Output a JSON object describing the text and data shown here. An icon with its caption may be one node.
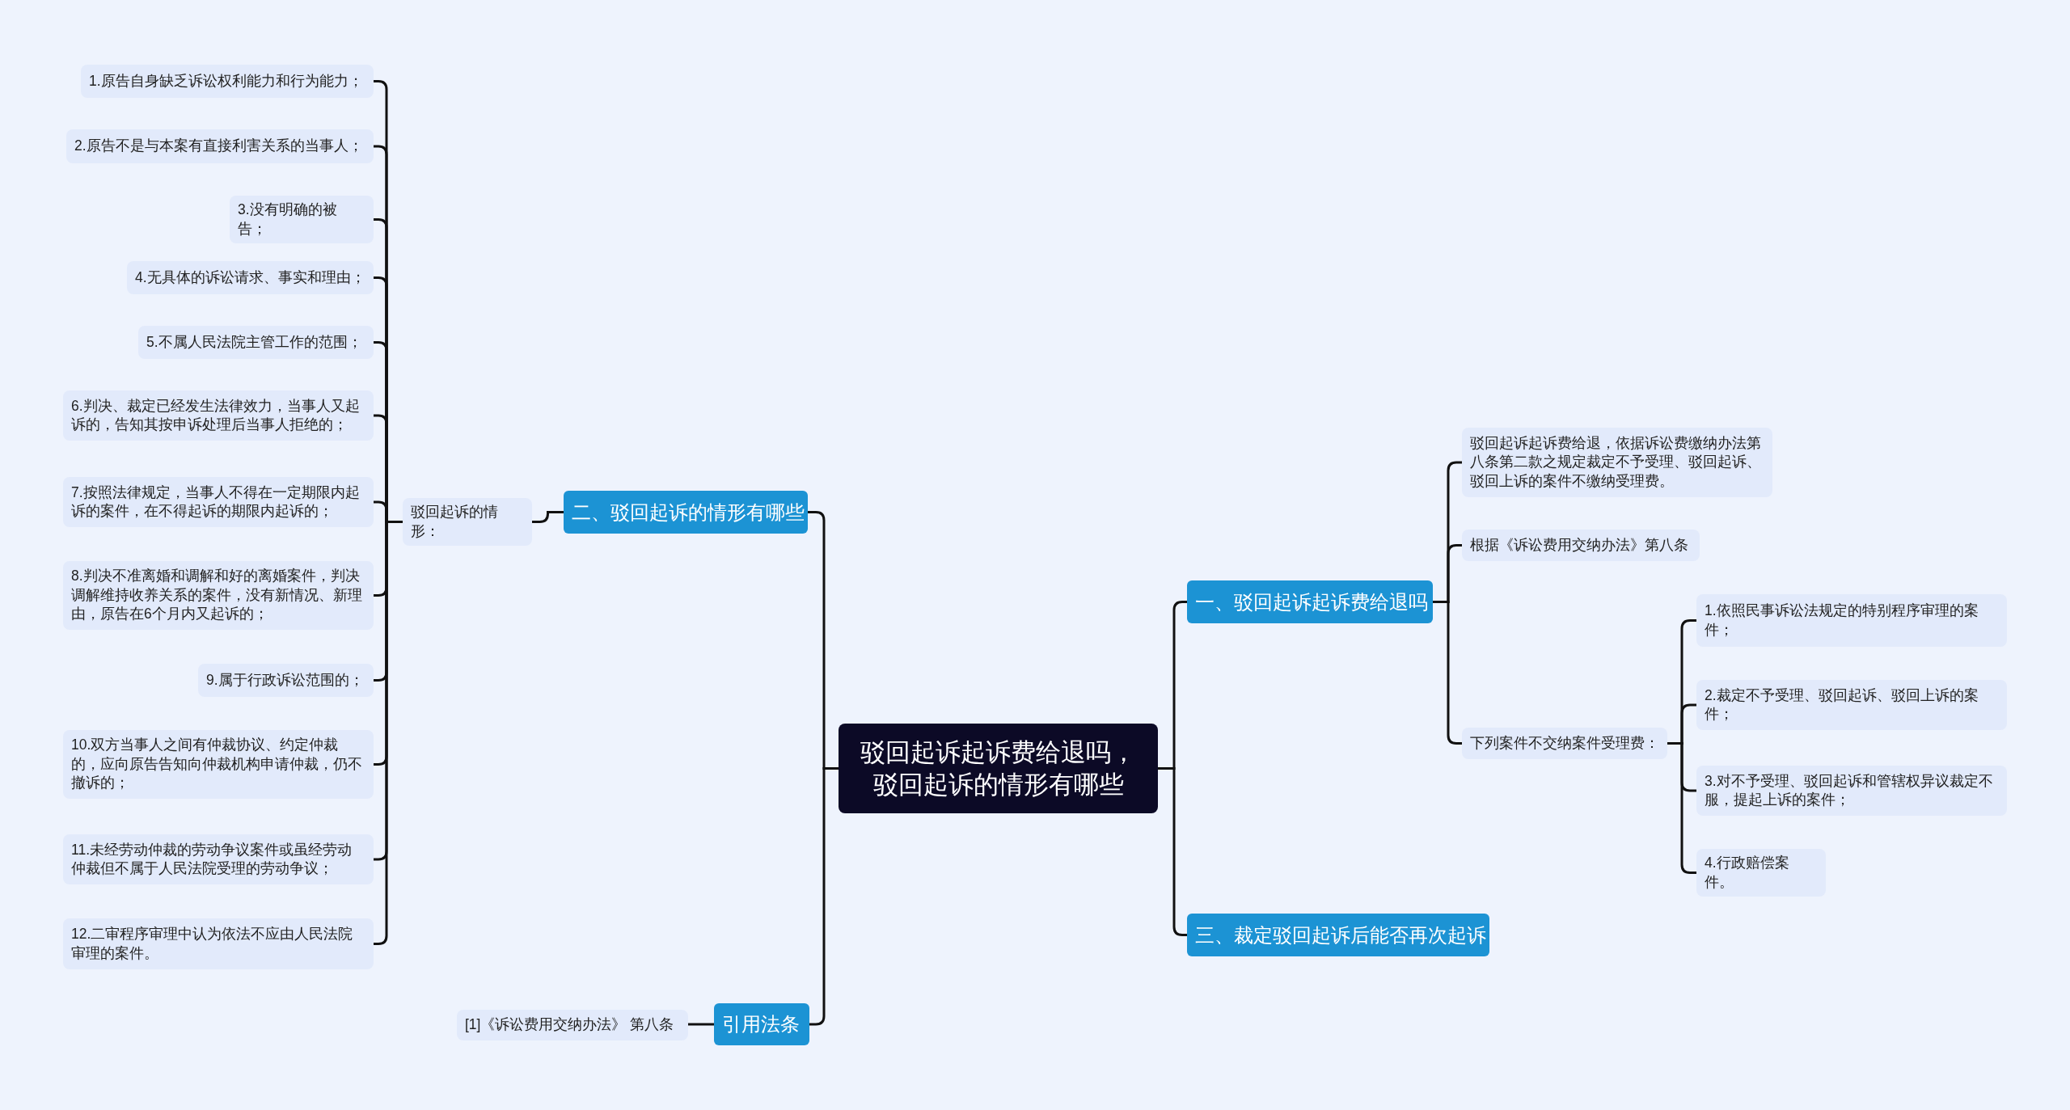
{
  "diagram": {
    "nodes": [
      {
        "text": [
          "驳回起诉起诉费给退吗，驳回起诉的情形有哪些"
        ]
      },
      {
        "text": [
          "一、驳回起诉起诉费给退吗"
        ]
      },
      {
        "text": [
          "驳回起诉起诉费给退，依据诉讼费缴纳办法第八条第二款之规定裁定不予受理、驳回起诉、驳回上诉的案件不缴纳受理费。"
        ]
      },
      {
        "text": [
          "根据《诉讼费用交纳办法》第八条"
        ]
      },
      {
        "text": [
          "下列案件不交纳案件受理费："
        ]
      },
      {
        "text": [
          "1.依照民事诉讼法规定的特别程序审理的案件；"
        ]
      },
      {
        "text": [
          "2.裁定不予受理、驳回起诉、驳回上诉的案件；"
        ]
      },
      {
        "text": [
          "3.对不予受理、驳回起诉和管辖权异议裁定不服，提起上诉的案件；"
        ]
      },
      {
        "text": [
          "4.行政赔偿案件。"
        ]
      },
      {
        "text": [
          "三、裁定驳回起诉后能否再次起诉"
        ]
      },
      {
        "text": [
          "二、驳回起诉的情形有哪些"
        ]
      },
      {
        "text": [
          "驳回起诉的情形："
        ]
      },
      {
        "text": [
          "1.原告自身缺乏诉讼权利能力和行为能力；"
        ]
      },
      {
        "text": [
          "2.原告不是与本案有直接利害关系的当事人；"
        ]
      },
      {
        "text": [
          "3.没有明确的被告；"
        ]
      },
      {
        "text": [
          "4.无具体的诉讼请求、事实和理由；"
        ]
      },
      {
        "text": [
          "5.不属人民法院主管工作的范围；"
        ]
      },
      {
        "text": [
          "6.判决、裁定已经发生法律效力，当事人又起诉的，告知其按申诉处理后当事人拒绝的；"
        ]
      },
      {
        "text": [
          "7.按照法律规定，当事人不得在一定期限内起诉的案件，在不得起诉的期限内起诉的；"
        ]
      },
      {
        "text": [
          "8.判决不准离婚和调解和好的离婚案件，判决调解维持收养关系的案件，没有新情况、新理由，原告在6个月内又起诉的；"
        ]
      },
      {
        "text": [
          "9.属于行政诉讼范围的；"
        ]
      },
      {
        "text": [
          "10.双方当事人之间有仲裁协议、约定仲裁的，应向原告告知向仲裁机构申请仲裁，仍不撤诉的；"
        ]
      },
      {
        "text": [
          "11.未经劳动仲裁的劳动争议案件或虽经劳动仲裁但不属于人民法院受理的劳动争议；"
        ]
      },
      {
        "text": [
          "12.二审程序审理中认为依法不应由人民法院审理的案件。"
        ]
      },
      {
        "text": [
          "引用法条"
        ]
      },
      {
        "text": [
          "[1]《诉讼费用交纳办法》 第八条"
        ]
      }
    ],
    "edges": [
      {
        "from": 0,
        "to": 1,
        "arrow": "none"
      },
      {
        "from": 0,
        "to": 9,
        "arrow": "none"
      },
      {
        "from": 0,
        "to": 10,
        "arrow": "none"
      },
      {
        "from": 0,
        "to": 24,
        "arrow": "none"
      },
      {
        "from": 1,
        "to": 2,
        "arrow": "none"
      },
      {
        "from": 1,
        "to": 3,
        "arrow": "none"
      },
      {
        "from": 1,
        "to": 4,
        "arrow": "none"
      },
      {
        "from": 4,
        "to": 5,
        "arrow": "none"
      },
      {
        "from": 4,
        "to": 6,
        "arrow": "none"
      },
      {
        "from": 4,
        "to": 7,
        "arrow": "none"
      },
      {
        "from": 4,
        "to": 8,
        "arrow": "none"
      },
      {
        "from": 10,
        "to": 11,
        "arrow": "none"
      },
      {
        "from": 11,
        "to": 12,
        "arrow": "none"
      },
      {
        "from": 11,
        "to": 13,
        "arrow": "none"
      },
      {
        "from": 11,
        "to": 14,
        "arrow": "none"
      },
      {
        "from": 11,
        "to": 15,
        "arrow": "none"
      },
      {
        "from": 11,
        "to": 16,
        "arrow": "none"
      },
      {
        "from": 11,
        "to": 17,
        "arrow": "none"
      },
      {
        "from": 11,
        "to": 18,
        "arrow": "none"
      },
      {
        "from": 11,
        "to": 19,
        "arrow": "none"
      },
      {
        "from": 11,
        "to": 20,
        "arrow": "none"
      },
      {
        "from": 11,
        "to": 21,
        "arrow": "none"
      },
      {
        "from": 11,
        "to": 22,
        "arrow": "none"
      },
      {
        "from": 11,
        "to": 23,
        "arrow": "none"
      },
      {
        "from": 24,
        "to": 25,
        "arrow": "none"
      }
    ]
  }
}
